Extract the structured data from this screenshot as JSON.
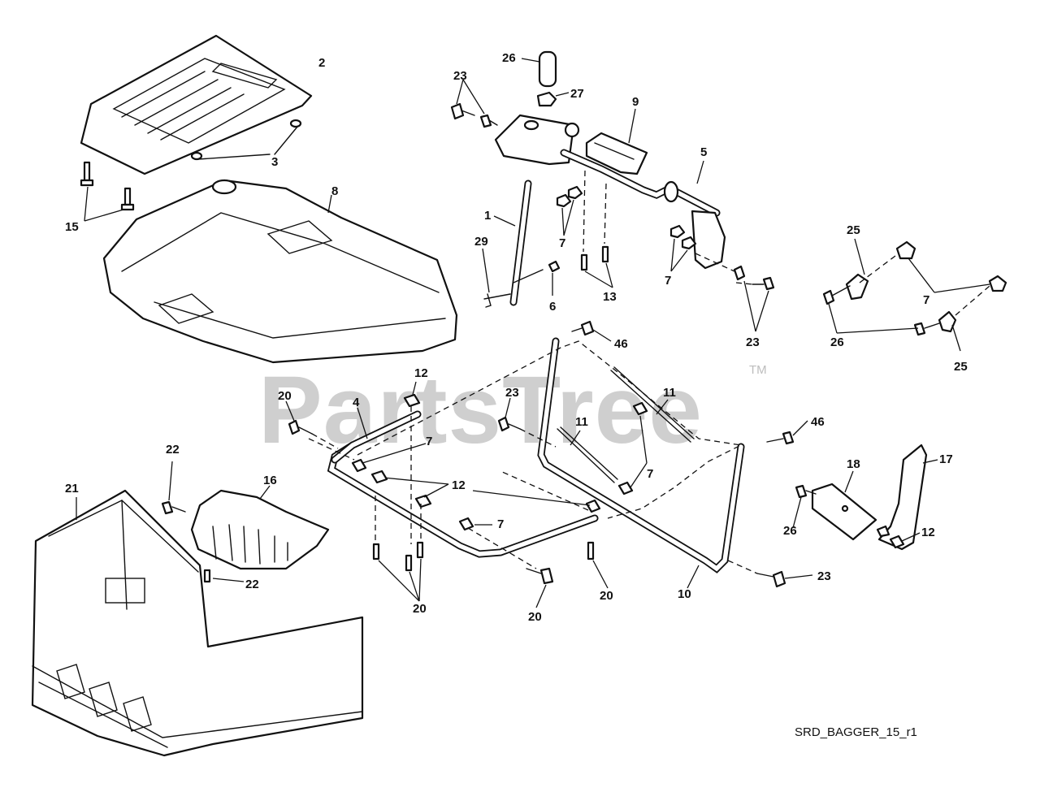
{
  "watermark": {
    "text": "PartsTree",
    "tm": "TM"
  },
  "reference": "SRD_BAGGER_15_r1",
  "callouts": {
    "c2": "2",
    "c3": "3",
    "c15": "15",
    "c8": "8",
    "c26top": "26",
    "c27": "27",
    "c23top": "23",
    "c9": "9",
    "c5": "5",
    "c1": "1",
    "c29": "29",
    "c6": "6",
    "c7a": "7",
    "c13": "13",
    "c7b": "7",
    "c23mid": "23",
    "c25top": "25",
    "c7right": "7",
    "c26right": "26",
    "c25bottom": "25",
    "c46top": "46",
    "c12top": "12",
    "c20left": "20",
    "c4": "4",
    "c23center": "23",
    "c11a": "11",
    "c11b": "11",
    "c7c": "7",
    "c7d": "7",
    "c46right": "46",
    "c22top": "22",
    "c16": "16",
    "c21": "21",
    "c12mid": "12",
    "c18": "18",
    "c17": "17",
    "c26lower": "26",
    "c12right": "12",
    "c7e": "7",
    "c22bottom": "22",
    "c20center": "20",
    "c20bottom": "20",
    "c20right": "20",
    "c10": "10",
    "c23bottomright": "23"
  }
}
